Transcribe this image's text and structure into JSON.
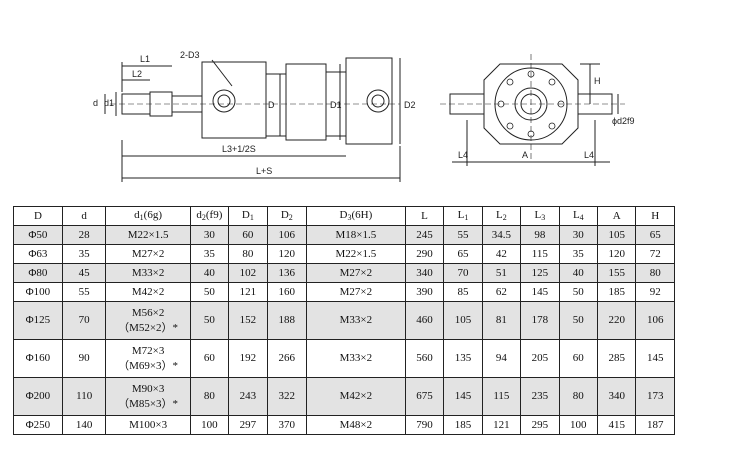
{
  "drawing": {
    "labels": {
      "L1": "L1",
      "L2": "L2",
      "D3": "2-D3",
      "d": "d",
      "d1": "d1",
      "D": "D",
      "D1": "D1",
      "D2": "D2",
      "L3": "L3+1/2S",
      "LS": "L+S",
      "H": "H",
      "d2": "ϕd2f9",
      "A": "A",
      "L4a": "L4",
      "L4b": "L4"
    }
  },
  "table": {
    "headers": {
      "D": "D",
      "d": "d",
      "d1_base": "d",
      "d1_sub": "1",
      "d1_tail": "(6g)",
      "d2_base": "d",
      "d2_sub": "2",
      "d2_tail": "(f9)",
      "D1_base": "D",
      "D1_sub": "1",
      "D2_base": "D",
      "D2_sub": "2",
      "D3_base": "D",
      "D3_sub": "3",
      "D3_tail": "(6H)",
      "L": "L",
      "L1_base": "L",
      "L1_sub": "1",
      "L2_base": "L",
      "L2_sub": "2",
      "L3_base": "L",
      "L3_sub": "3",
      "L4_base": "L",
      "L4_sub": "4",
      "A": "A",
      "H": "H"
    },
    "rows": [
      {
        "D": "Φ50",
        "d": "28",
        "d1": "M22×1.5",
        "d1b": "",
        "d2": "30",
        "D1": "60",
        "D2": "106",
        "D3": "M18×1.5",
        "L": "245",
        "L1": "55",
        "L2": "34.5",
        "L3": "98",
        "L4": "30",
        "A": "105",
        "H": "65"
      },
      {
        "D": "Φ63",
        "d": "35",
        "d1": "M27×2",
        "d1b": "",
        "d2": "35",
        "D1": "80",
        "D2": "120",
        "D3": "M22×1.5",
        "L": "290",
        "L1": "65",
        "L2": "42",
        "L3": "115",
        "L4": "35",
        "A": "120",
        "H": "72"
      },
      {
        "D": "Φ80",
        "d": "45",
        "d1": "M33×2",
        "d1b": "",
        "d2": "40",
        "D1": "102",
        "D2": "136",
        "D3": "M27×2",
        "L": "340",
        "L1": "70",
        "L2": "51",
        "L3": "125",
        "L4": "40",
        "A": "155",
        "H": "80"
      },
      {
        "D": "Φ100",
        "d": "55",
        "d1": "M42×2",
        "d1b": "",
        "d2": "50",
        "D1": "121",
        "D2": "160",
        "D3": "M27×2",
        "L": "390",
        "L1": "85",
        "L2": "62",
        "L3": "145",
        "L4": "50",
        "A": "185",
        "H": "92"
      },
      {
        "D": "Φ125",
        "d": "70",
        "d1": "M56×2",
        "d1b": "（M52×2）*",
        "d2": "50",
        "D1": "152",
        "D2": "188",
        "D3": "M33×2",
        "L": "460",
        "L1": "105",
        "L2": "81",
        "L3": "178",
        "L4": "50",
        "A": "220",
        "H": "106"
      },
      {
        "D": "Φ160",
        "d": "90",
        "d1": "M72×3",
        "d1b": "（M69×3）*",
        "d2": "60",
        "D1": "192",
        "D2": "266",
        "D3": "M33×2",
        "L": "560",
        "L1": "135",
        "L2": "94",
        "L3": "205",
        "L4": "60",
        "A": "285",
        "H": "145"
      },
      {
        "D": "Φ200",
        "d": "110",
        "d1": "M90×3",
        "d1b": "（M85×3）*",
        "d2": "80",
        "D1": "243",
        "D2": "322",
        "D3": "M42×2",
        "L": "675",
        "L1": "145",
        "L2": "115",
        "L3": "235",
        "L4": "80",
        "A": "340",
        "H": "173"
      },
      {
        "D": "Φ250",
        "d": "140",
        "d1": "M100×3",
        "d1b": "",
        "d2": "100",
        "D1": "297",
        "D2": "370",
        "D3": "M48×2",
        "L": "790",
        "L1": "185",
        "L2": "121",
        "L3": "295",
        "L4": "100",
        "A": "415",
        "H": "187"
      }
    ]
  }
}
